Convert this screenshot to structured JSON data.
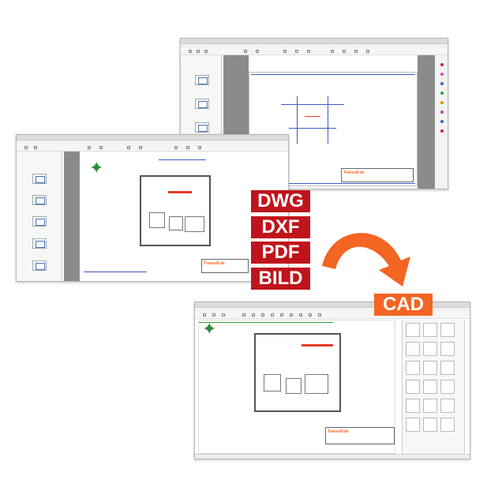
{
  "formats": {
    "dwg": "DWG",
    "dxf": "DXF",
    "pdf": "PDF",
    "bild": "BILD"
  },
  "target": "CAD",
  "colors": {
    "format_label": "#c0141c",
    "target_label": "#f26522",
    "arrow": "#f26522",
    "compass": "#2e8b3a"
  },
  "logo": "Treesoft.de",
  "icons": [
    "arrow-icon",
    "compass-icon"
  ]
}
